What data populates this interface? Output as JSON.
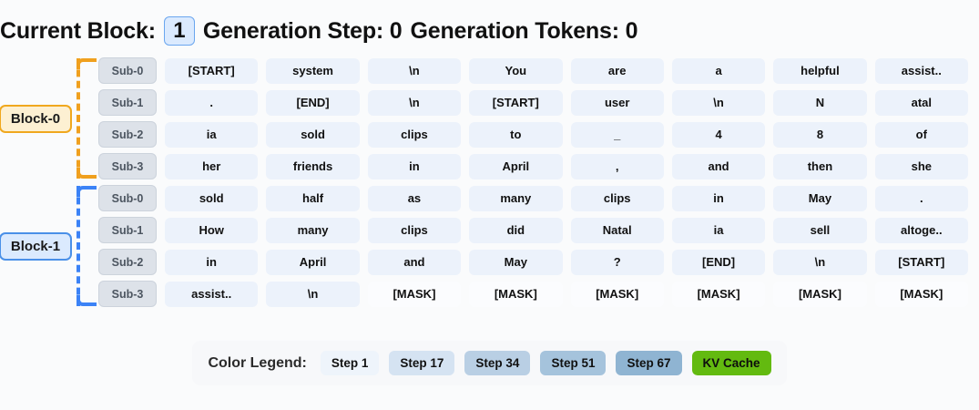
{
  "header": {
    "current_block_label": "Current Block:",
    "current_block_value": "1",
    "generation_step_label": "Generation Step: 0",
    "generation_tokens_label": "Generation Tokens: 0"
  },
  "colors": {
    "block0_border": "#f0a81e",
    "block0_bg": "#fdf0d2",
    "block1_border": "#4a90e8",
    "block1_bg": "#dbeafe",
    "cell_bg": "#ecf2fb",
    "mask_bg": "#fbfcfe",
    "sub_pill_bg": "#dde2e9",
    "kv_cache": "#63ba10"
  },
  "blocks": [
    {
      "label": "Block-0",
      "accent": "amber",
      "rows": [
        {
          "sub_label": "Sub-0",
          "tokens": [
            "[START]",
            "system",
            "\\n",
            "You",
            "are",
            "a",
            "helpful",
            "assist.."
          ]
        },
        {
          "sub_label": "Sub-1",
          "tokens": [
            ".",
            "[END]",
            "\\n",
            "[START]",
            "user",
            "\\n",
            "N",
            "atal"
          ]
        },
        {
          "sub_label": "Sub-2",
          "tokens": [
            "ia",
            "sold",
            "clips",
            "to",
            "_",
            "4",
            "8",
            "of"
          ]
        },
        {
          "sub_label": "Sub-3",
          "tokens": [
            "her",
            "friends",
            "in",
            "April",
            ",",
            "and",
            "then",
            "she"
          ]
        }
      ]
    },
    {
      "label": "Block-1",
      "accent": "blue",
      "rows": [
        {
          "sub_label": "Sub-0",
          "tokens": [
            "sold",
            "half",
            "as",
            "many",
            "clips",
            "in",
            "May",
            "."
          ]
        },
        {
          "sub_label": "Sub-1",
          "tokens": [
            "How",
            "many",
            "clips",
            "did",
            "Natal",
            "ia",
            "sell",
            "altoge.."
          ]
        },
        {
          "sub_label": "Sub-2",
          "tokens": [
            "in",
            "April",
            "and",
            "May",
            "?",
            "[END]",
            "\\n",
            "[START]"
          ]
        },
        {
          "sub_label": "Sub-3",
          "tokens": [
            "assist..",
            "\\n",
            "[MASK]",
            "[MASK]",
            "[MASK]",
            "[MASK]",
            "[MASK]",
            "[MASK]"
          ]
        }
      ]
    }
  ],
  "legend": {
    "title": "Color Legend:",
    "items": [
      {
        "label": "Step 1",
        "color": "#eef4fb"
      },
      {
        "label": "Step 17",
        "color": "#d5e3f2"
      },
      {
        "label": "Step 34",
        "color": "#b9cfe4"
      },
      {
        "label": "Step 51",
        "color": "#a5c3dc"
      },
      {
        "label": "Step 67",
        "color": "#8fb4d2"
      },
      {
        "label": "KV Cache",
        "color": "#63ba10"
      }
    ]
  }
}
